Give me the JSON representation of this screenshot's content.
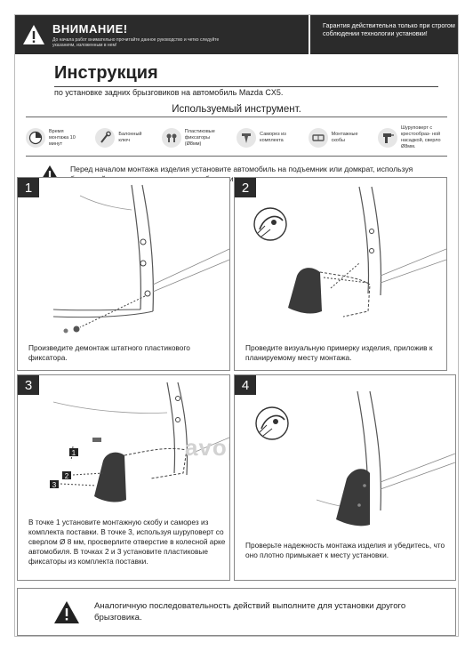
{
  "header": {
    "warning_title": "ВНИМАНИЕ!",
    "warning_text": "До начала работ внимательно прочитайте данное руководство и четко следуйте указаниям, изложенным в нем!",
    "guarantee_text": "Гарантия действительна только при строгом соблюдении технологии установки!"
  },
  "title": "Инструкция",
  "subtitle": "по установке задних брызговиков на автомобиль Mazda CX5.",
  "tools_title": "Используемый инструмент.",
  "tools": [
    {
      "icon": "clock-icon",
      "label": "Время монтажа 10 минут"
    },
    {
      "icon": "wrench-icon",
      "label": "Балонный ключ"
    },
    {
      "icon": "clips-icon",
      "label": "Пластиковые фиксаторы (Ø8мм)"
    },
    {
      "icon": "screw-icon",
      "label": "Саморез из комплекта"
    },
    {
      "icon": "bracket-icon",
      "label": "Монтажные скобы"
    },
    {
      "icon": "drill-icon",
      "label": "Шуруповерт с крестообраз- ной насадкой, сверло Ø8мм."
    }
  ],
  "prep_text": "Перед началом монтажа изделия установите автомобиль на подъемник или домкрат, используя балонный ключ открутите крепежные болты и снимите колесо.",
  "steps": [
    {
      "number": "1",
      "text": "Произведите демонтаж штатного пластикового фиксатора."
    },
    {
      "number": "2",
      "text": "Проведите визуальную примерку изделия, приложив к планируемому месту монтажа."
    },
    {
      "number": "3",
      "text": "В точке 1 установите монтажную скобу и саморез из комплекта поставки. В точке 3, используя шуруповерт со сверлом Ø 8 мм, просверлите отверстие в колесной арке автомобиля. В точках 2 и 3 установите пластиковые фиксаторы из комплекта поставки."
    },
    {
      "number": "4",
      "text": "Проверьте надежность монтажа изделия и убедитесь, что оно плотно примыкает к месту установки."
    }
  ],
  "callouts": [
    "1",
    "2",
    "3"
  ],
  "watermark": "avop",
  "bottom_text": "Аналогичную последовательность действий выполните для установки другого брызговика."
}
